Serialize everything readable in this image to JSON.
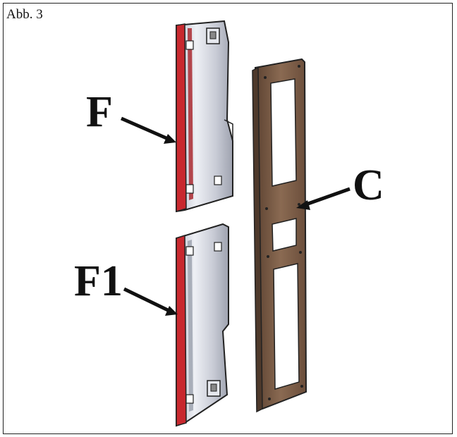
{
  "figure": {
    "label": "Abb. 3"
  },
  "callouts": {
    "f": "F",
    "f1": "F1",
    "c": "C"
  },
  "colors": {
    "red_edge": "#c8282e",
    "panel_silver": "#d9dbe3",
    "frame_brown": "#7a5a44",
    "arrow": "#111111"
  }
}
